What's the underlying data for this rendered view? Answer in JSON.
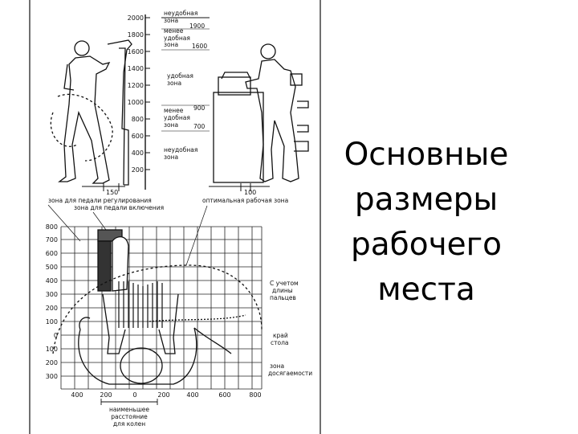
{
  "slide": {
    "title_lines": [
      "Основные",
      "размеры",
      "рабочего",
      "места"
    ]
  },
  "figure": {
    "height_scale": [
      "2000",
      "1800",
      "1600",
      "1400",
      "1200",
      "1000",
      "800",
      "600",
      "400",
      "200"
    ],
    "zones": {
      "uncomfortable_top": [
        "неудобная",
        "зона"
      ],
      "less_comfortable_top": [
        "менее",
        "удобная",
        "зона"
      ],
      "comfortable": [
        "удобная",
        "зона"
      ],
      "less_comfortable_bottom": [
        "менее",
        "удобная",
        "зона"
      ],
      "uncomfortable_bottom": [
        "неудобная",
        "зона"
      ]
    },
    "marks": {
      "m1900": "1900",
      "m1600": "1600",
      "m900": "900",
      "m700": "700",
      "m150": "150",
      "m100": "100"
    },
    "top_labels": {
      "pedal_zone_1": "зона для педали регулирования",
      "pedal_zone_2": "зона для педали включения",
      "optimal_zone": "оптимальная рабочая зона"
    },
    "right_labels": {
      "finger_1": "С учетом",
      "finger_2": "длины",
      "finger_3": "пальцев",
      "edge_1": "край",
      "edge_2": "стола",
      "reach_1": "зона",
      "reach_2": "досягаемости"
    },
    "grid_y": [
      "800",
      "700",
      "600",
      "500",
      "400",
      "300",
      "200",
      "100",
      "0",
      "100",
      "200",
      "300"
    ],
    "grid_x": [
      "400",
      "200",
      "0",
      "200",
      "400",
      "600",
      "800"
    ],
    "bottom_labels": [
      "наименьшее",
      "расстояние",
      "для колен"
    ]
  }
}
